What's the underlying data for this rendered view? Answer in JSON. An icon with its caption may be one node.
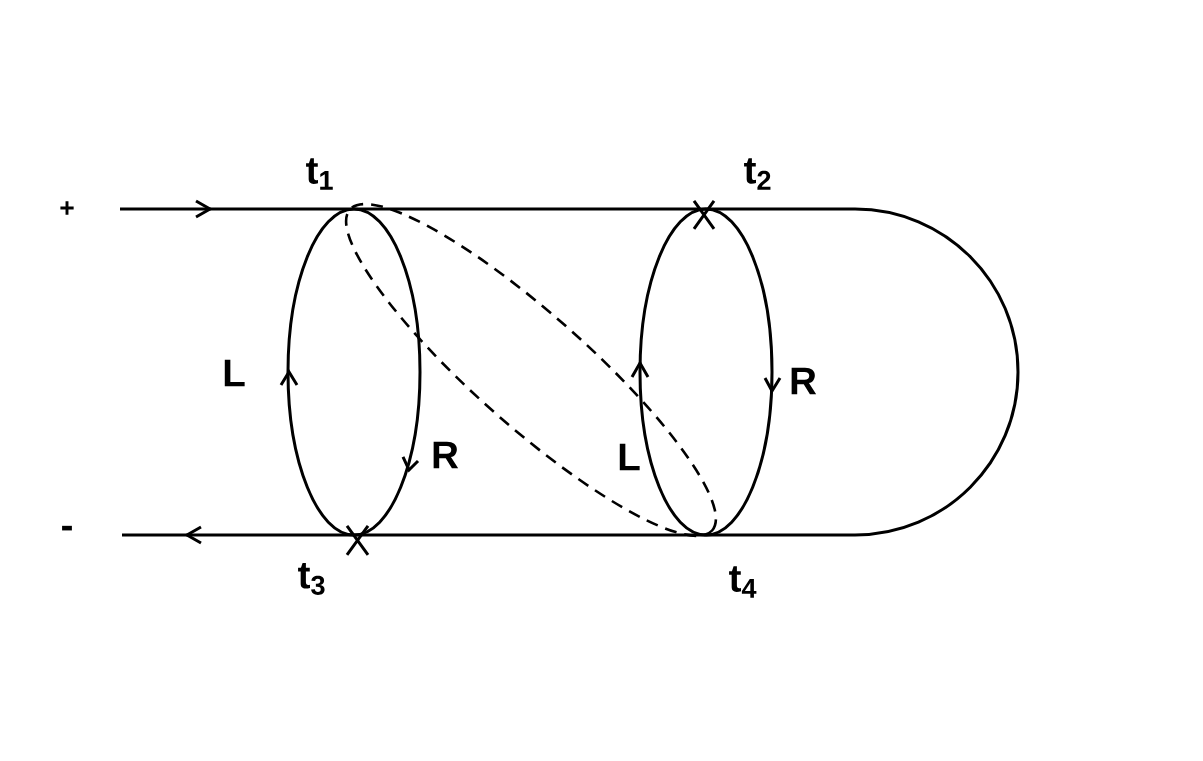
{
  "diagram": {
    "labels": [
      "t$_{1}$",
      "t$_{2}$",
      "+",
      "L",
      "R",
      "R",
      "L",
      "-",
      "t$_{3}$",
      "t$_{4}$"
    ]
  }
}
